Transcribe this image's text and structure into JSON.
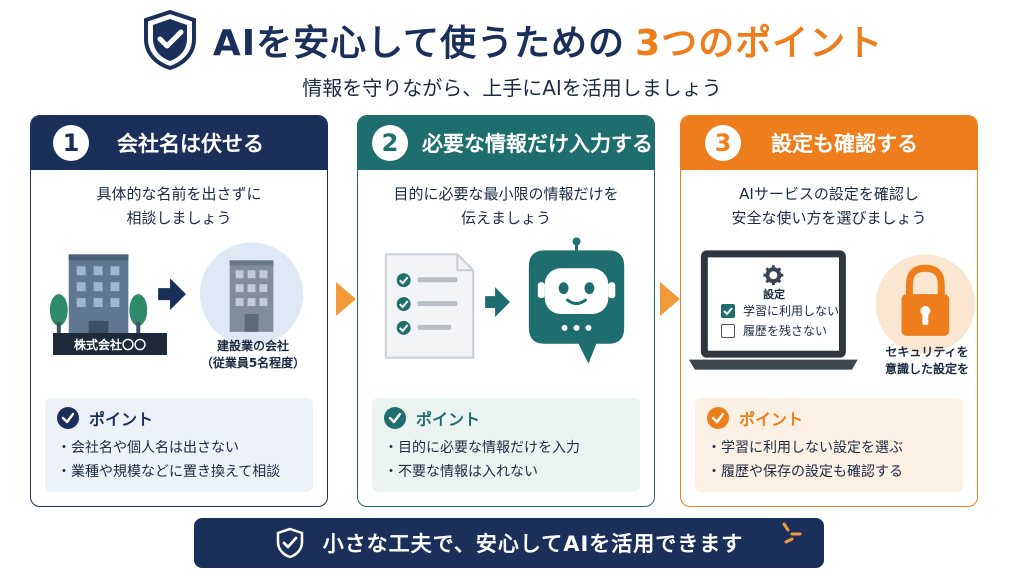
{
  "header": {
    "title_main": "AIを安心して使うための",
    "title_accent": "3つのポイント",
    "subtitle": "情報を守りながら、上手にAIを活用しましょう",
    "shield_icon": "shield-check-icon"
  },
  "colors": {
    "navy": "#1b2f5b",
    "teal": "#1f6e6f",
    "orange": "#ee7d1b"
  },
  "cards": [
    {
      "number": "1",
      "title": "会社名は伏せる",
      "desc_line1": "具体的な名前を出さずに",
      "desc_line2": "相談しましょう",
      "company_label": "株式会社〇〇",
      "anon_label_line1": "建設業の会社",
      "anon_label_line2": "（従業員5名程度）",
      "point_title": "ポイント",
      "bullets": [
        "会社名や個人名は出さない",
        "業種や規模などに置き換えて相談"
      ]
    },
    {
      "number": "2",
      "title": "必要な情報だけ入力する",
      "desc_line1": "目的に必要な最小限の情報だけを",
      "desc_line2": "伝えましょう",
      "point_title": "ポイント",
      "bullets": [
        "目的に必要な情報だけを入力",
        "不要な情報は入れない"
      ]
    },
    {
      "number": "3",
      "title": "設定も確認する",
      "desc_line1": "AIサービスの設定を確認し",
      "desc_line2": "安全な使い方を選びましょう",
      "settings_title": "設定",
      "option1": "学習に利用しない",
      "option2": "履歴を残さない",
      "lock_label_line1": "セキュリティを",
      "lock_label_line2": "意識した設定を",
      "point_title": "ポイント",
      "bullets": [
        "学習に利用しない設定を選ぶ",
        "履歴や保存の設定も確認する"
      ]
    }
  ],
  "footer": {
    "text": "小さな工夫で、安心してAIを活用できます"
  }
}
